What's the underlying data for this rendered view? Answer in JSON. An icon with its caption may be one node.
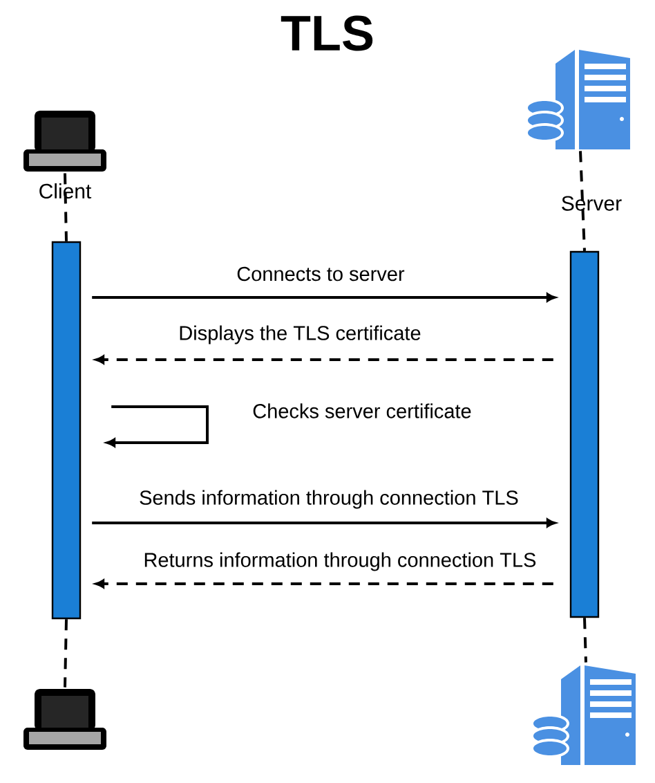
{
  "diagram": {
    "title": "TLS",
    "nodes": [
      {
        "text": [],
        "shape": "picture",
        "beside": [
          "Client"
        ]
      },
      {
        "text": [],
        "shape": "picture",
        "beside": [
          "Server"
        ]
      },
      {
        "text": [],
        "shape": "bar"
      },
      {
        "text": [],
        "shape": "bar"
      },
      {
        "text": [],
        "shape": "picture"
      },
      {
        "text": [],
        "shape": "picture"
      }
    ],
    "edges": [
      {
        "from": 0,
        "to": 2,
        "arrow": "none",
        "style": "dashed"
      },
      {
        "from": 1,
        "to": 3,
        "arrow": "none",
        "style": "dashed"
      },
      {
        "from": 2,
        "to": 3,
        "arrow": "to",
        "label": "Connects to server"
      },
      {
        "from": 3,
        "to": 2,
        "arrow": "to",
        "label": "Displays the TLS certificate",
        "style": "dashed"
      },
      {
        "from": 2,
        "to": 2,
        "arrow": "to",
        "label": "Checks server certificate"
      },
      {
        "from": 2,
        "to": 3,
        "arrow": "to",
        "label": "Sends information through connection TLS"
      },
      {
        "from": 3,
        "to": 2,
        "arrow": "to",
        "label": "Returns information through connection TLS",
        "style": "dashed"
      },
      {
        "from": 2,
        "to": 4,
        "arrow": "none",
        "style": "dashed"
      },
      {
        "from": 3,
        "to": 5,
        "arrow": "none",
        "style": "dashed"
      }
    ]
  }
}
